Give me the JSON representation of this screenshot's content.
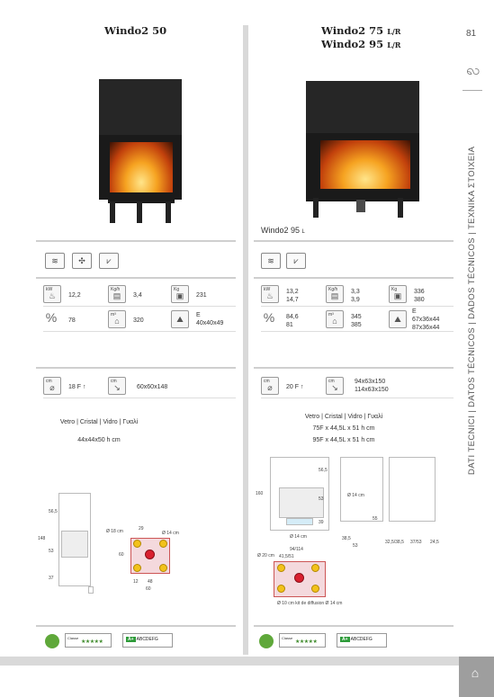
{
  "page": {
    "number": "81",
    "side_text": "DATI TECNICI | DATOS TÉCNICOS | DADOS TÉCNICOS | ΤΕΧΝΙΚΑ ΣΤΟΙΧΕΙΑ",
    "side_logo": "logo-icon"
  },
  "left": {
    "title": "Windo2 50",
    "features_icons": [
      "air-vent-icon",
      "fan-icon",
      "fan-arrows-icon"
    ],
    "specs": [
      {
        "icon_label": "kW",
        "icon": "flame-icon",
        "value": "12,2"
      },
      {
        "icon_label": "Kg/h",
        "icon": "fuel-icon",
        "value": "3,4"
      },
      {
        "icon_label": "Kg",
        "icon": "weight-icon",
        "value": "231"
      },
      {
        "icon_label": "%",
        "icon": "efficiency-icon",
        "value": "78"
      },
      {
        "icon_label": "m³",
        "icon": "house-icon",
        "value": "320"
      },
      {
        "icon_label": "E",
        "icon": "dimensions-icon",
        "value": "40x40x49"
      }
    ],
    "flue": {
      "diameter_label": "cm",
      "diameter": "18 F",
      "outlet_label": "cm",
      "outlet": "60x60x148"
    },
    "glass_heading": "Vetro | Cristal | Vidro | Γυαλί",
    "glass_sizes": [
      "44x44x50 h cm"
    ],
    "dims": [
      "148",
      "56,5",
      "53",
      "37",
      "Ø 18 cm",
      "29",
      "Ø 14 cm",
      "60",
      "12",
      "48",
      "60"
    ]
  },
  "right": {
    "title_line1": "Windo2 75",
    "title_line1_sub": "L/R",
    "title_line2": "Windo2 95",
    "title_line2_sub": "L/R",
    "image_caption": "Windo2 95",
    "image_caption_sub": "L",
    "features_icons": [
      "air-vent-icon",
      "fan-arrows-icon"
    ],
    "specs": [
      {
        "icon_label": "kW",
        "icon": "flame-icon",
        "value": "13,2\n14,7"
      },
      {
        "icon_label": "Kg/h",
        "icon": "fuel-icon",
        "value": "3,3\n3,9"
      },
      {
        "icon_label": "Kg",
        "icon": "weight-icon",
        "value": "336\n380"
      },
      {
        "icon_label": "%",
        "icon": "efficiency-icon",
        "value": "84,6\n81"
      },
      {
        "icon_label": "m³",
        "icon": "house-icon",
        "value": "345\n385"
      },
      {
        "icon_label": "E",
        "icon": "dimensions-icon",
        "value": "67x36x44\n87x36x44"
      }
    ],
    "flue": {
      "diameter_label": "cm",
      "diameter": "20 F",
      "outlet_label": "cm",
      "outlet": "94x63x150\n114x63x150"
    },
    "glass_heading": "Vetro | Cristal | Vidro | Γυαλί",
    "glass_sizes": [
      "75F x 44,5L x 51 h cm",
      "95F x 44,5L x 51 h cm"
    ],
    "dims": [
      "160",
      "56,5",
      "53",
      "39",
      "Ø 14 cm",
      "Ø 20 cm",
      "94/114",
      "41,5/51",
      "Ø 14 cm",
      "55",
      "38,5",
      "53",
      "32,5/38,5",
      "37/53",
      "24,5",
      "Ø 10 cm kit de diffusion Ø 14 cm"
    ]
  },
  "badges": {
    "left": {
      "class": "Classe",
      "stars": "★★★★★",
      "energy_label": "A+",
      "energy_scale": "ABCDEFG"
    },
    "right": {
      "class": "Classe",
      "stars": "★★★★★",
      "energy_label": "A+",
      "energy_scale": "ABCDEFG"
    }
  },
  "footer": {
    "icon": "fireplace-icon"
  }
}
